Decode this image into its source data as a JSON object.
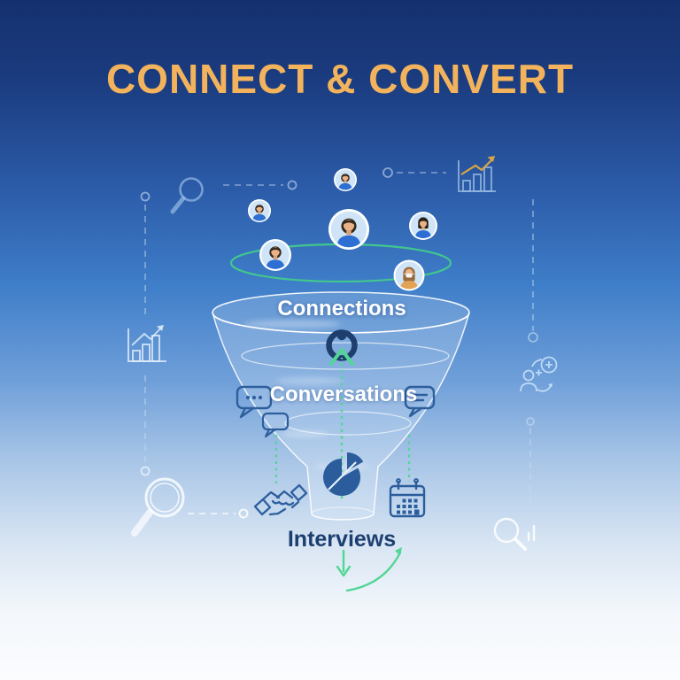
{
  "title": "CONNECT & CONVERT",
  "funnel": {
    "stages": [
      {
        "id": "connections",
        "label": "Connections"
      },
      {
        "id": "conversations",
        "label": "Conversations"
      },
      {
        "id": "interviews",
        "label": "Interviews"
      }
    ]
  },
  "avatars": [
    {
      "type": "man-small-top"
    },
    {
      "type": "man-small-left"
    },
    {
      "type": "man-large-center"
    },
    {
      "type": "woman-bob-right"
    },
    {
      "type": "man-medium-left"
    },
    {
      "type": "woman-mask-right"
    }
  ],
  "funnel_icons": [
    "user-ring-icon",
    "chat-dots-icon",
    "chat-small-icon",
    "chat-lines-icon",
    "handshake-icon",
    "pie-chart-icon",
    "calendar-icon"
  ],
  "background_icons": [
    "search-icon",
    "growth-chart-gold-arrow-icon",
    "bar-chart-arrow-icon",
    "add-person-icon",
    "search-large-icon",
    "search-analytics-icon"
  ],
  "colors": {
    "title_gold": "#f2b35c",
    "bg_top_navy": "#15306e",
    "bg_mid_blue": "#3f7ec9",
    "bg_bottom": "#fbfcfe",
    "icon_blue": "#2d5f9e",
    "ring_navy": "#1e3f6e",
    "arrow_green": "#52d695",
    "ellipse_green": "#41cb8b",
    "avatar_bg": "#cfe5f7",
    "label_white": "#ffffff",
    "label_navy": "#1c3e70",
    "gold_arrow": "#d9a544"
  }
}
